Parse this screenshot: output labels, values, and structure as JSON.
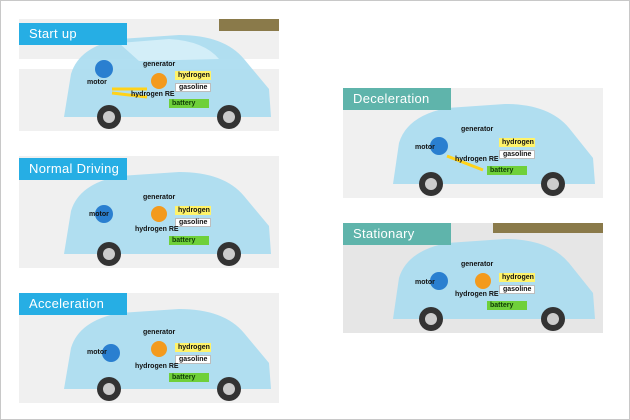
{
  "labels": {
    "generator": "generator",
    "motor": "motor",
    "hydrogen": "hydrogen",
    "gasoline": "gasoline",
    "hydrogen_re": "hydrogen RE",
    "battery": "battery"
  },
  "panels": [
    {
      "id": "start-up",
      "title": "Start up"
    },
    {
      "id": "normal-driving",
      "title": "Normal Driving"
    },
    {
      "id": "acceleration",
      "title": "Acceleration"
    },
    {
      "id": "deceleration",
      "title": "Deceleration"
    },
    {
      "id": "stationary",
      "title": "Stationary"
    }
  ],
  "colors": {
    "tag_blue": "#26aee4",
    "tag_sea": "#5fb4ab",
    "car_body": "#a9dcef",
    "generator": "#f39a1d",
    "hydrogen": "#fff36a",
    "battery": "#6fd03a",
    "flow": "#ffd21a"
  }
}
